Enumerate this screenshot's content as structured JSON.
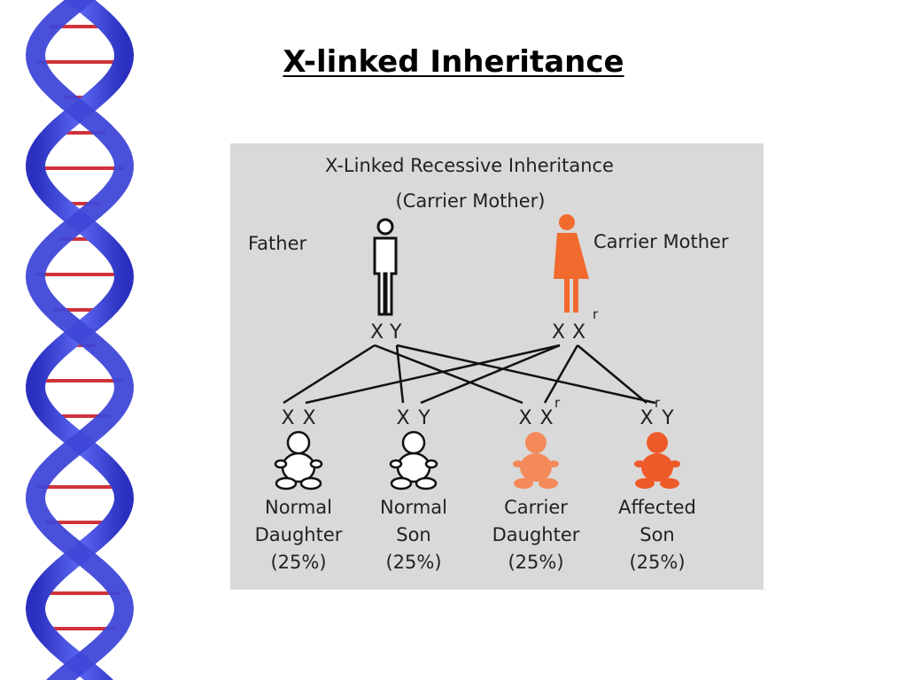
{
  "slide": {
    "title": "X-linked Inheritance"
  },
  "diagram": {
    "title": "X-Linked Recessive Inheritance",
    "subtitle": "(Carrier Mother)",
    "father": {
      "label": "Father",
      "genotype": [
        "X",
        "Y"
      ]
    },
    "mother": {
      "label": "Carrier Mother",
      "genotype": [
        "X",
        "X"
      ],
      "superscript": "r"
    },
    "children": [
      {
        "genotype": [
          "X",
          "X"
        ],
        "superscripts": [
          "",
          ""
        ],
        "line1": "Normal",
        "line2": "Daughter",
        "percent": "(25%)",
        "color": "#ffffff"
      },
      {
        "genotype": [
          "X",
          "Y"
        ],
        "superscripts": [
          "",
          ""
        ],
        "line1": "Normal",
        "line2": "Son",
        "percent": "(25%)",
        "color": "#ffffff"
      },
      {
        "genotype": [
          "X",
          "X"
        ],
        "superscripts": [
          "",
          "r"
        ],
        "line1": "Carrier",
        "line2": "Daughter",
        "percent": "(25%)",
        "color": "#f4895a"
      },
      {
        "genotype": [
          "X",
          "Y"
        ],
        "superscripts": [
          "r",
          ""
        ],
        "line1": "Affected",
        "line2": "Son",
        "percent": "(25%)",
        "color": "#ef5a2a"
      }
    ],
    "colors": {
      "panel": "#d9d9d9",
      "mother": "#f26a2e",
      "lines": "#111111"
    }
  }
}
